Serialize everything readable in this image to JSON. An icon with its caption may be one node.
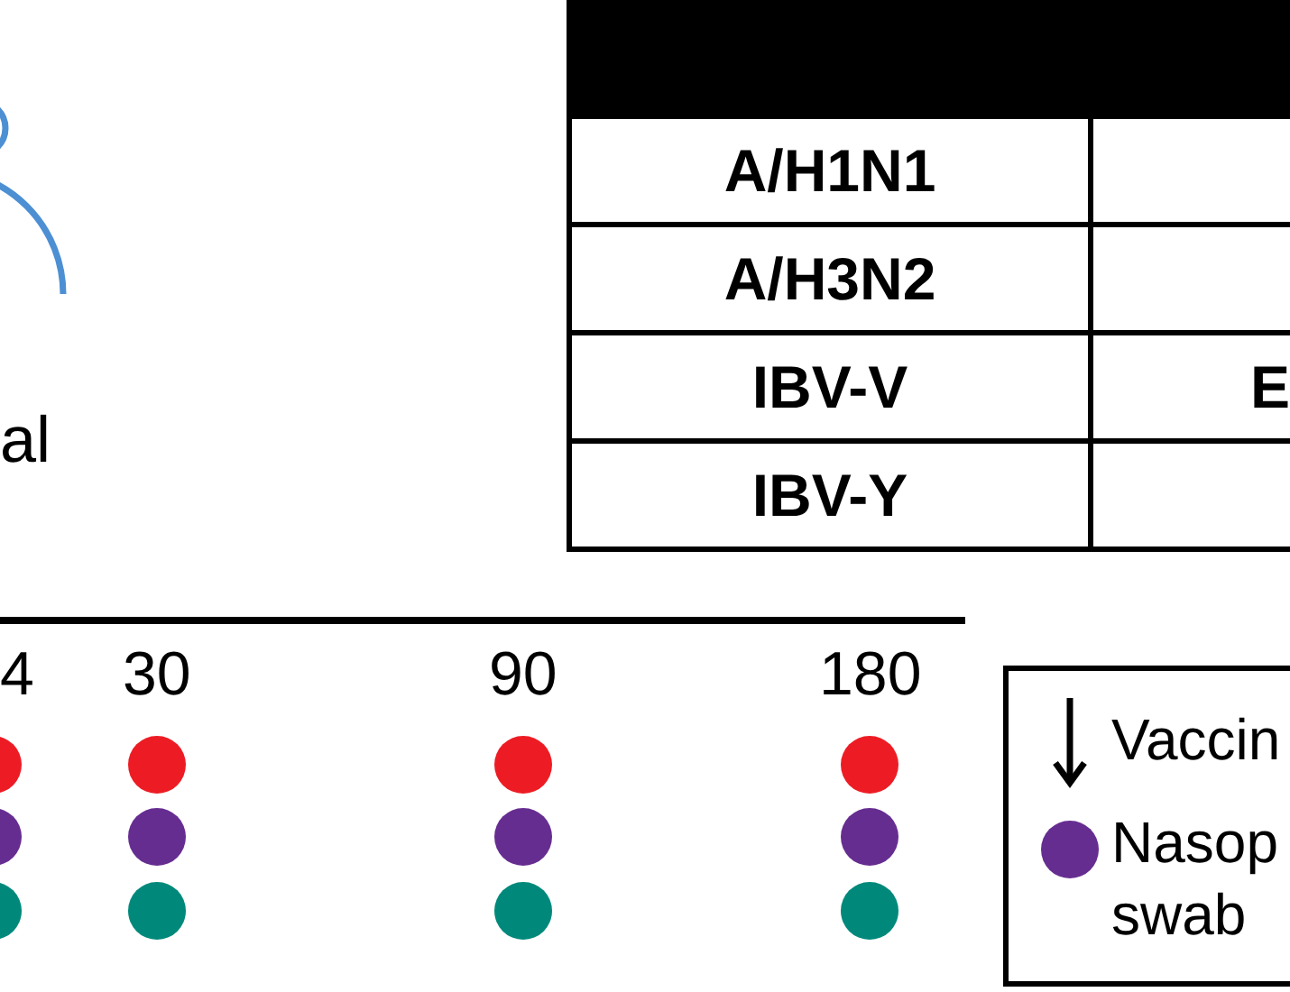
{
  "diagram": {
    "labels": [
      "al",
      "A/H1N1",
      "A/H3N2",
      "IBV-V",
      "E",
      "IBV-Y",
      "4",
      "30",
      "90",
      "180"
    ],
    "legend": [
      {
        "text": "Vaccin"
      },
      {
        "text": "Nasop swab",
        "color": "#662d91"
      }
    ]
  }
}
